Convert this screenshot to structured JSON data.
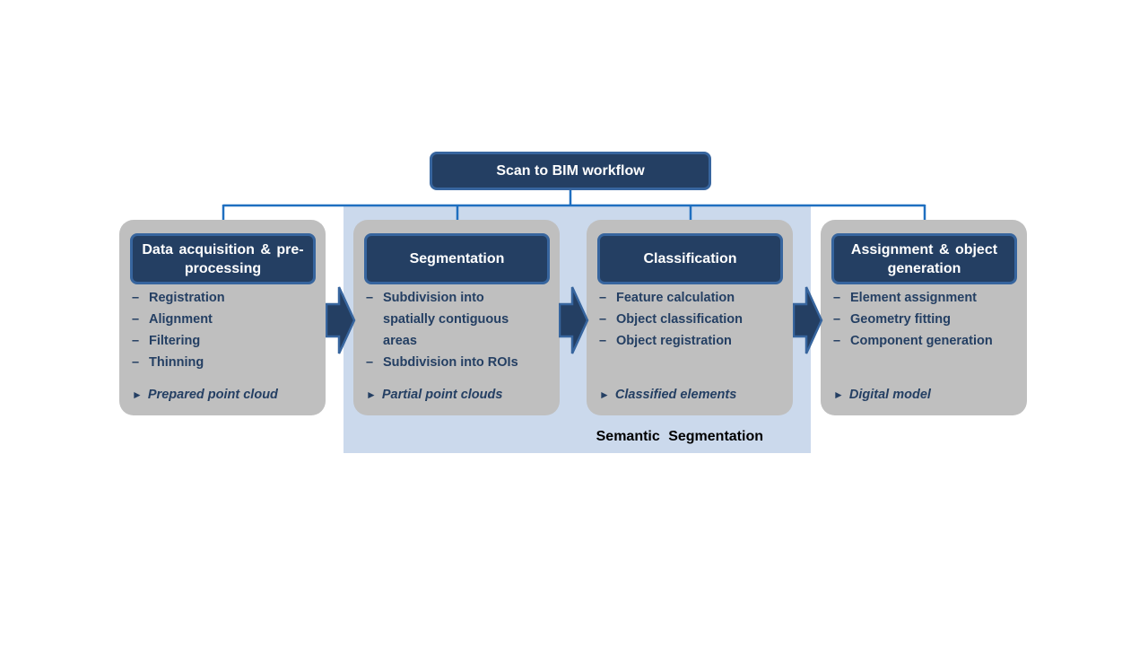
{
  "root": {
    "label": "Scan to BIM workflow"
  },
  "region": {
    "label": "Semantic Segmentation"
  },
  "stages": [
    {
      "title": "Data acquisition & pre-processing",
      "items": [
        "Registration",
        "Alignment",
        "Filtering",
        "Thinning"
      ],
      "output": "Prepared point cloud"
    },
    {
      "title": "Segmentation",
      "items": [
        "Subdivision into spatially contiguous areas",
        "Subdivision into ROIs"
      ],
      "output": "Partial point clouds"
    },
    {
      "title": "Classification",
      "items": [
        "Feature calculation",
        "Object classification",
        "Object registration"
      ],
      "output": "Classified elements"
    },
    {
      "title": "Assignment & object generation",
      "items": [
        "Element assignment",
        "Geometry fitting",
        "Component generation"
      ],
      "output": "Digital model"
    }
  ],
  "symbols": {
    "dash": "–",
    "marker": "►"
  },
  "colors": {
    "box_fill": "#243f63",
    "box_border": "#37659e",
    "stage_fill": "#bfbfbf",
    "region_fill": "#cbd9ec",
    "connector": "#1f6fc0",
    "text_blue": "#243f63"
  }
}
